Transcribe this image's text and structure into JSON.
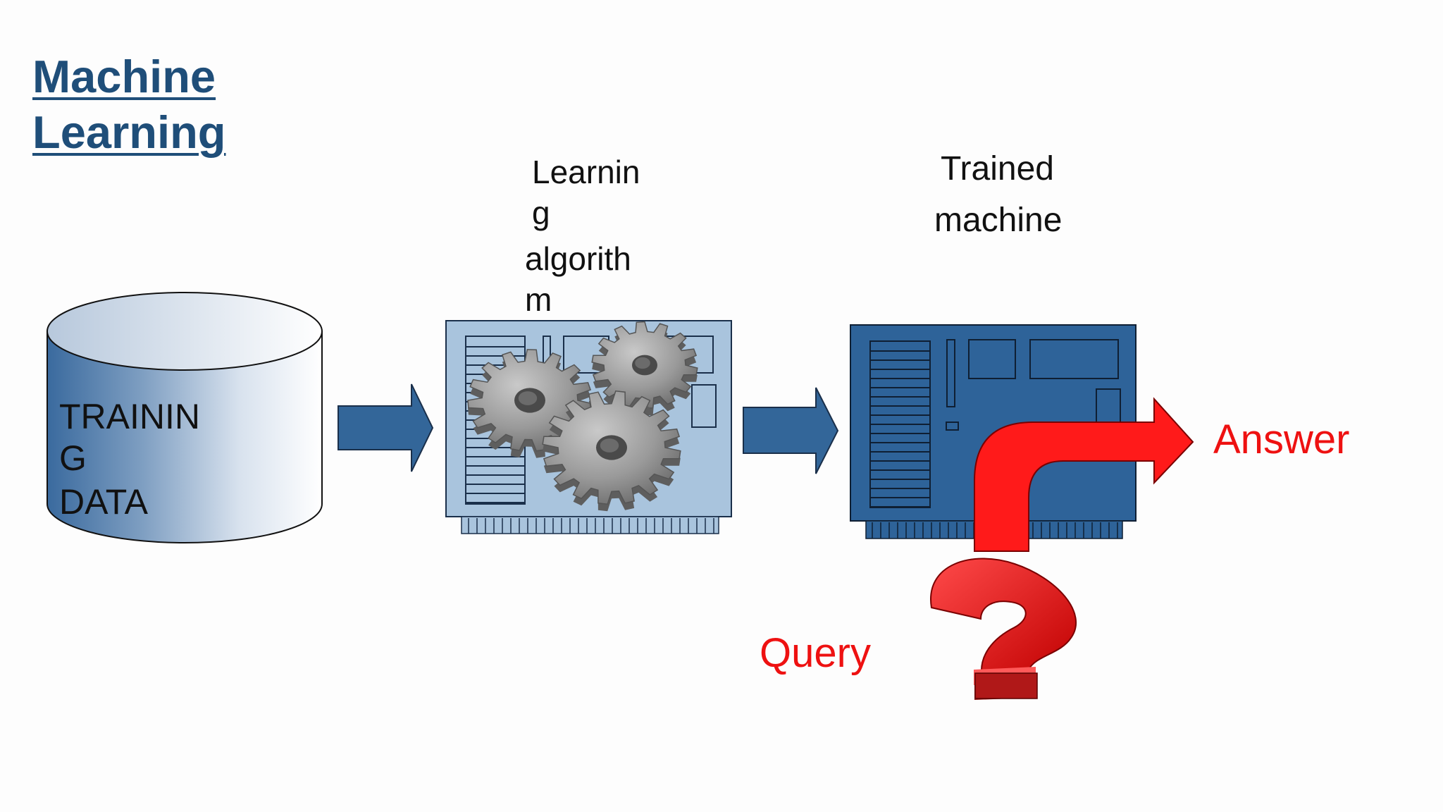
{
  "slide": {
    "title_lines": [
      "Machine",
      "Learning"
    ]
  },
  "diagram": {
    "training_data_lines": [
      "TRAININ",
      "G",
      "DATA"
    ],
    "learning_algorithm_lines": [
      "Learnin",
      "g",
      "algorith",
      "m"
    ],
    "trained_machine_lines": [
      "Trained",
      "machine"
    ],
    "answer_label": "Answer",
    "query_label": "Query"
  },
  "colors": {
    "title": "#1f4e79",
    "flow_arrow": "#336699",
    "board_light": "#a9c4dd",
    "board_dark": "#2e6399",
    "callout_red": "#ee1111",
    "gear_gray": "#9a9a9a"
  },
  "icons": [
    "database-cylinder-icon",
    "gears-icon",
    "circuit-board-icon",
    "question-mark-icon",
    "curved-arrow-icon"
  ]
}
